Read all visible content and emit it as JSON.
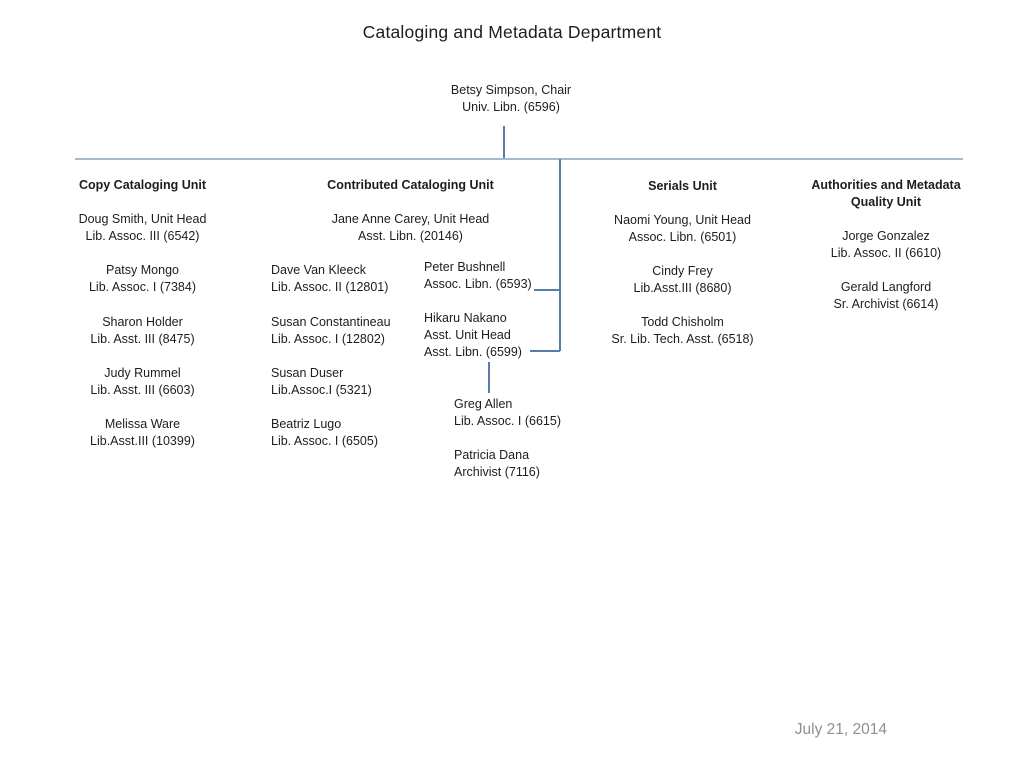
{
  "title": "Cataloging and Metadata Department",
  "date": "July 21, 2014",
  "chair": {
    "name": "Betsy Simpson, Chair",
    "title": "Univ. Libn. (6596)"
  },
  "units": {
    "copy": {
      "header": "Copy Cataloging Unit",
      "members": [
        {
          "name": "Doug Smith, Unit Head",
          "title": "Lib. Assoc. III (6542)"
        },
        {
          "name": "Patsy Mongo",
          "title": "Lib. Assoc. I (7384)"
        },
        {
          "name": "Sharon Holder",
          "title": "Lib. Asst. III (8475)"
        },
        {
          "name": "Judy Rummel",
          "title": "Lib. Asst. III (6603)"
        },
        {
          "name": "Melissa Ware",
          "title": "Lib.Asst.III (10399)"
        }
      ]
    },
    "contributed": {
      "header": "Contributed Cataloging Unit",
      "unit_head": {
        "name": "Jane Anne Carey, Unit Head",
        "title": "Asst. Libn. (20146)"
      },
      "left_members": [
        {
          "name": "Dave Van Kleeck",
          "title": "Lib. Assoc. II (12801)"
        },
        {
          "name": "Susan Constantineau",
          "title": "Lib. Assoc. I (12802)"
        },
        {
          "name": "Susan Duser",
          "title": "Lib.Assoc.I (5321)"
        },
        {
          "name": "Beatriz Lugo",
          "title": "Lib. Assoc. I (6505)"
        }
      ],
      "right_members": [
        {
          "name": "Peter Bushnell",
          "title": "Assoc. Libn. (6593)"
        },
        {
          "name": "Hikaru Nakano",
          "role": "Asst. Unit Head",
          "title": "Asst. Libn. (6599)"
        }
      ],
      "nakano_reports": [
        {
          "name": "Greg Allen",
          "title": "Lib. Assoc. I (6615)"
        },
        {
          "name": "Patricia Dana",
          "title": "Archivist (7116)"
        }
      ]
    },
    "serials": {
      "header": "Serials Unit",
      "members": [
        {
          "name": "Naomi Young, Unit Head",
          "title": "Assoc. Libn. (6501)"
        },
        {
          "name": "Cindy Frey",
          "title": "Lib.Asst.III (8680)"
        },
        {
          "name": "Todd Chisholm",
          "title": "Sr. Lib. Tech. Asst. (6518)"
        }
      ]
    },
    "authorities": {
      "header": "Authorities and Metadata Quality Unit",
      "members": [
        {
          "name": "Jorge Gonzalez",
          "title": "Lib. Assoc. II (6610)"
        },
        {
          "name": "Gerald Langford",
          "title": "Sr. Archivist (6614)"
        }
      ]
    }
  },
  "colors": {
    "text": "#1d1d1d",
    "date_text": "#8f8f8f",
    "connector_dark": "#5a7ca6",
    "connector_light": "#a3bbd2",
    "background": "#ffffff"
  }
}
